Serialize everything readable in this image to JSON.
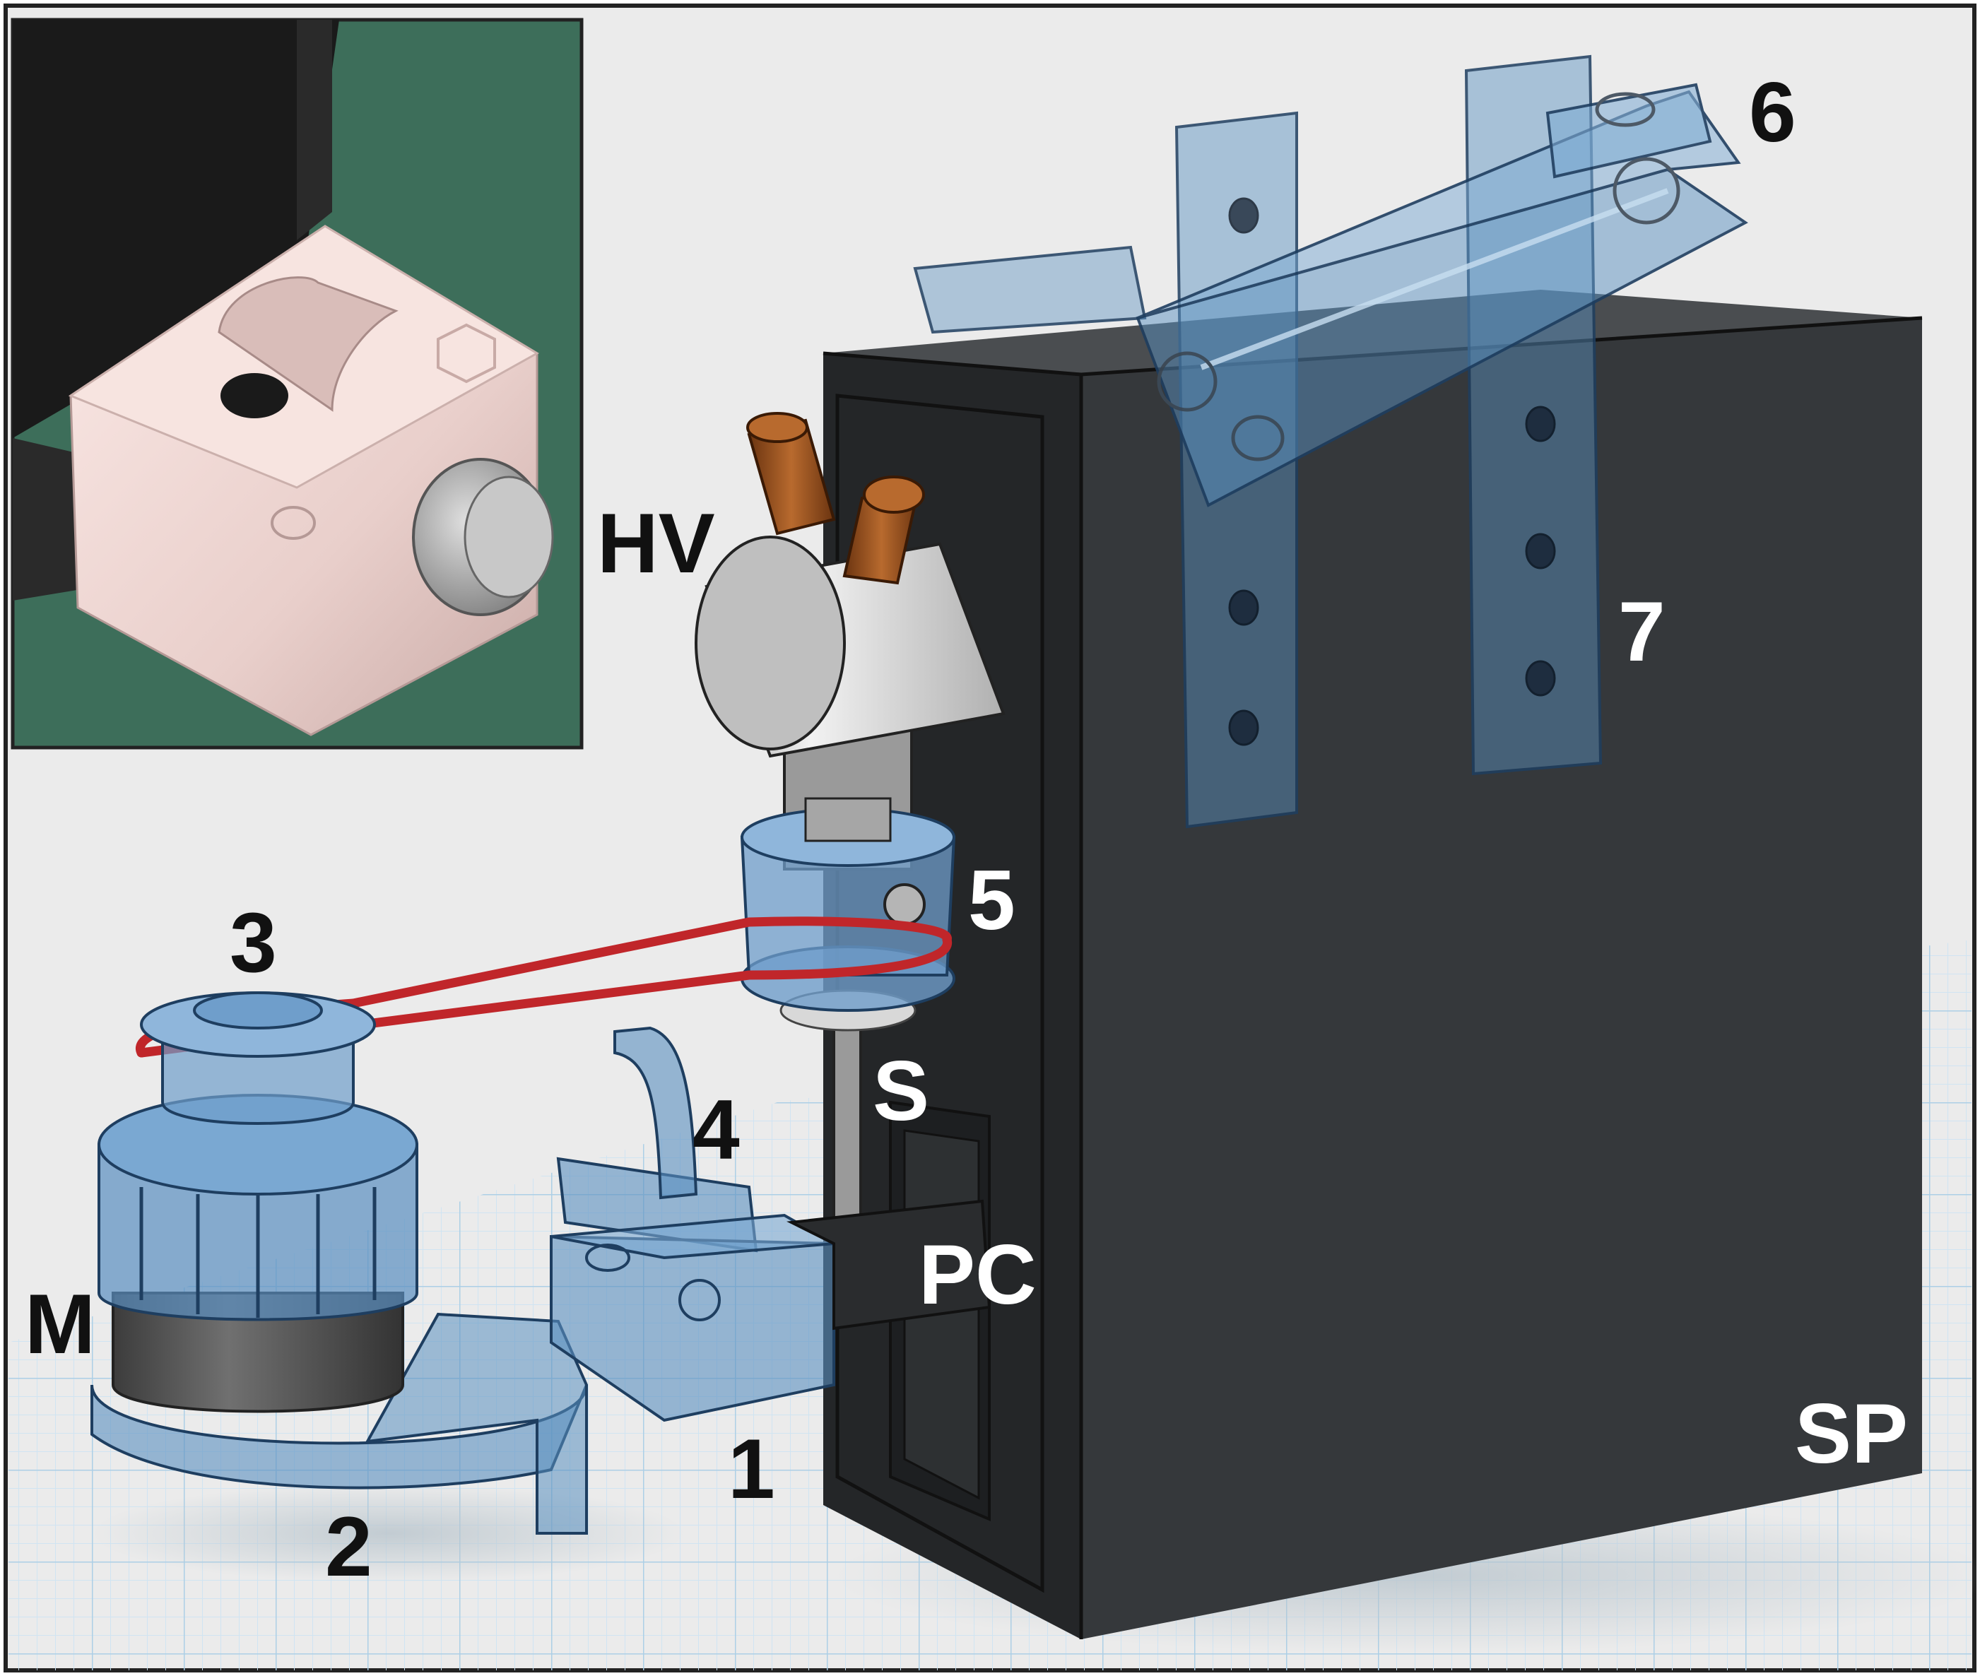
{
  "labels": {
    "hv": "HV",
    "l1": "1",
    "l2": "2",
    "l3": "3",
    "l4": "4",
    "l5": "5",
    "l6": "6",
    "l7": "7",
    "m": "M",
    "s": "S",
    "pc": "PC",
    "sp": "SP"
  },
  "colors": {
    "background": "#ebebeb",
    "grid": "#cfe4f2",
    "box_face": "#35383b",
    "box_side": "#242628",
    "box_top": "#4a4d50",
    "translucent_blue": "#5a8fc0",
    "belt": "#c0262a",
    "metal": "#d2d2d2",
    "copper": "#9a5320",
    "inset_green": "#3d6e5a"
  },
  "icons": [
    "knurled-screw-icon",
    "hex-bolt-icon"
  ]
}
